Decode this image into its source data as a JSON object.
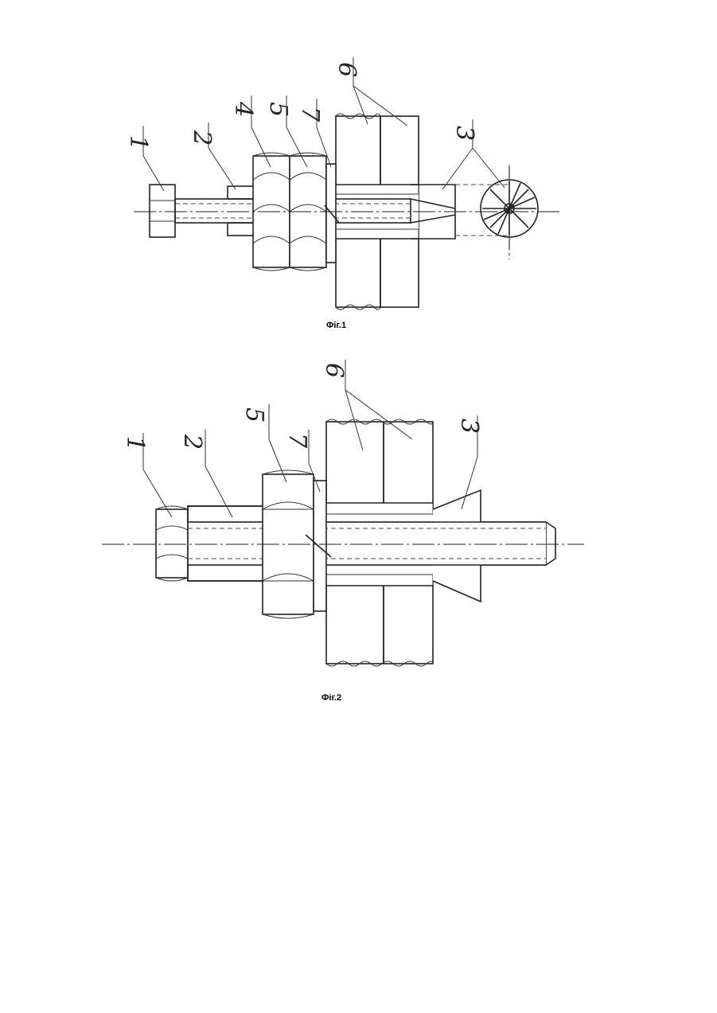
{
  "figures": [
    {
      "caption": "Фіг.1",
      "part_numbers": [
        "1",
        "2",
        "4",
        "5",
        "7",
        "6",
        "3"
      ]
    },
    {
      "caption": "Фіг.2",
      "part_numbers": [
        "1",
        "2",
        "5",
        "7",
        "6",
        "3"
      ]
    }
  ]
}
